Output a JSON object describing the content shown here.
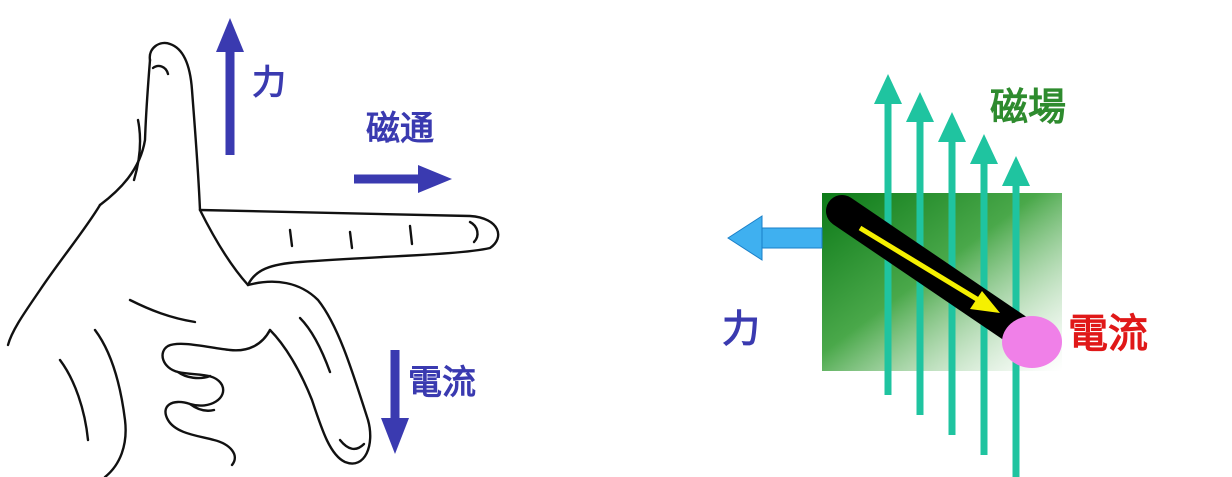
{
  "left_panel": {
    "force_label": "力",
    "flux_label": "磁通",
    "current_label": "電流"
  },
  "right_panel": {
    "field_label": "磁場",
    "force_label": "力",
    "current_label": "電流"
  },
  "colors": {
    "left_arrows": "#3a3ab0",
    "field_arrows": "#1fc4a0",
    "force_arrow": "#3fb0f0",
    "current_arrow": "#f5f000",
    "conductor": "#000000",
    "conductor_end": "#f080e8",
    "field_label": "#2e8b2e",
    "current_label_right": "#e01818"
  }
}
